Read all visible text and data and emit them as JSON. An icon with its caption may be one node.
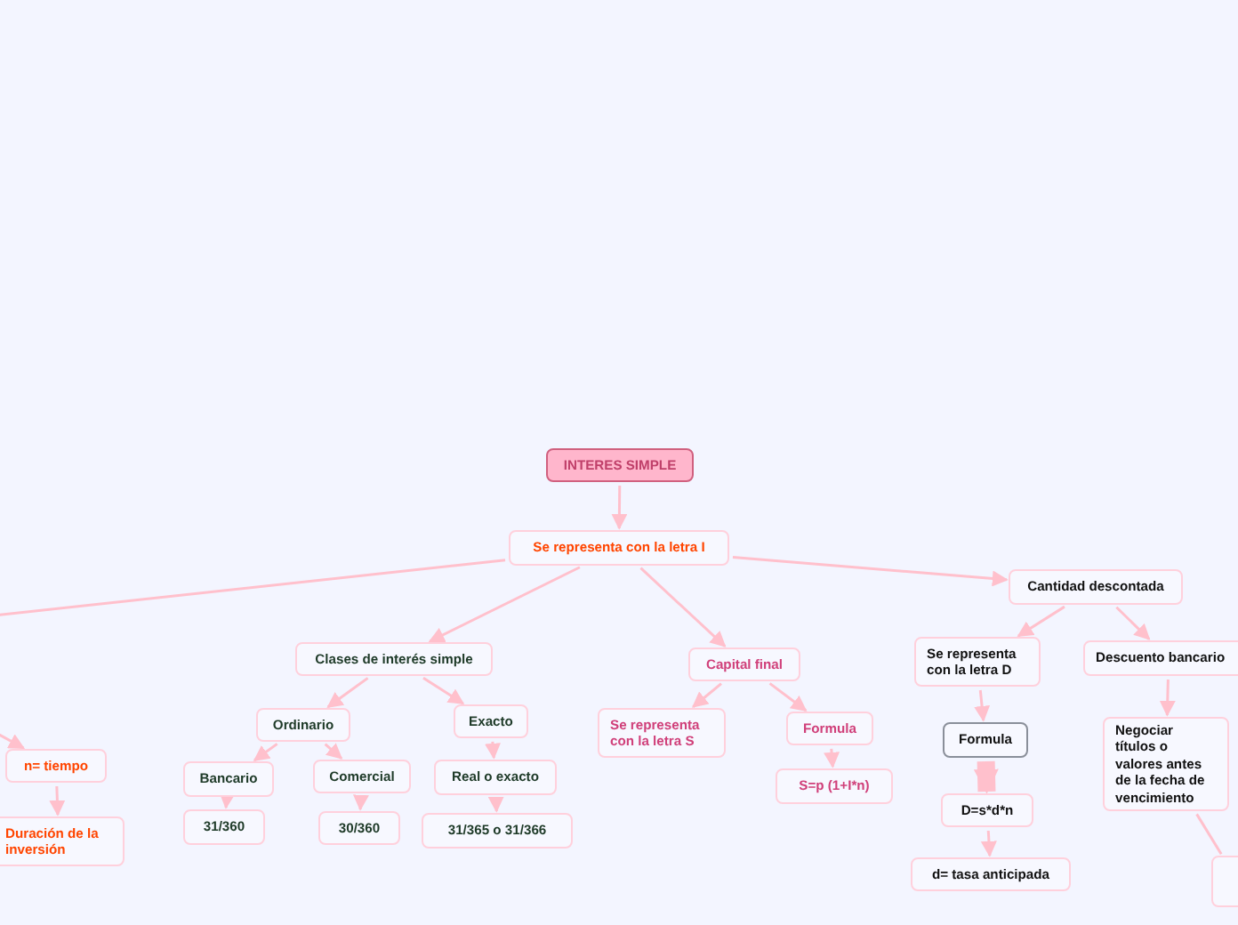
{
  "diagram": {
    "nodes": [
      {
        "text": [
          "INTERES SIMPLE"
        ]
      },
      {
        "text": [
          "Se representa con la letra I"
        ]
      },
      {
        "text": [
          "Clases de interés simple"
        ]
      },
      {
        "text": [
          "Ordinario"
        ]
      },
      {
        "text": [
          "Exacto"
        ]
      },
      {
        "text": [
          "Bancario"
        ]
      },
      {
        "text": [
          "Comercial"
        ]
      },
      {
        "text": [
          "Real o exacto"
        ]
      },
      {
        "text": [
          "31/360"
        ]
      },
      {
        "text": [
          "30/360"
        ]
      },
      {
        "text": [
          "31/365 o 31/366"
        ]
      },
      {
        "text": [
          "Capital final"
        ]
      },
      {
        "text": [
          "Se representa con la letra S"
        ]
      },
      {
        "text": [
          "Formula"
        ]
      },
      {
        "text": [
          "S=p (1+I*n)"
        ]
      },
      {
        "text": [
          "Cantidad descontada"
        ]
      },
      {
        "text": [
          "Se representa con la letra D"
        ]
      },
      {
        "text": [
          "Descuento bancario"
        ]
      },
      {
        "text": [
          "Formula"
        ]
      },
      {
        "text": [
          "D=s*d*n"
        ]
      },
      {
        "text": [
          "d= tasa anticipada"
        ]
      },
      {
        "text": [
          "Negociar títulos o valores antes de la fecha de vencimiento"
        ]
      },
      {
        "text": [],
        "shape": "box"
      },
      {
        "text": [
          "n= tiempo"
        ]
      },
      {
        "text": [
          "Duración de la inversión"
        ]
      }
    ],
    "edges": [
      {
        "from": 0,
        "to": 1,
        "arrow": "to"
      },
      {
        "from": 1,
        "to": null,
        "arrow": "none"
      },
      {
        "from": 1,
        "to": 2,
        "arrow": "to"
      },
      {
        "from": 1,
        "to": 11,
        "arrow": "to"
      },
      {
        "from": 1,
        "to": 15,
        "arrow": "to"
      },
      {
        "from": 2,
        "to": 3,
        "arrow": "to"
      },
      {
        "from": 2,
        "to": 4,
        "arrow": "to"
      },
      {
        "from": 3,
        "to": 5,
        "arrow": "to"
      },
      {
        "from": 3,
        "to": 6,
        "arrow": "to"
      },
      {
        "from": 4,
        "to": 7,
        "arrow": "to"
      },
      {
        "from": 5,
        "to": 8,
        "arrow": "to"
      },
      {
        "from": 6,
        "to": 9,
        "arrow": "to"
      },
      {
        "from": 7,
        "to": 10,
        "arrow": "to"
      },
      {
        "from": 11,
        "to": 12,
        "arrow": "to"
      },
      {
        "from": 11,
        "to": 13,
        "arrow": "to"
      },
      {
        "from": 13,
        "to": 14,
        "arrow": "to"
      },
      {
        "from": 15,
        "to": 16,
        "arrow": "to"
      },
      {
        "from": 15,
        "to": 17,
        "arrow": "to"
      },
      {
        "from": 16,
        "to": 18,
        "arrow": "to"
      },
      {
        "from": 18,
        "to": 19,
        "arrow": "to",
        "style": "thick"
      },
      {
        "from": 19,
        "to": 20,
        "arrow": "to"
      },
      {
        "from": 17,
        "to": 21,
        "arrow": "to"
      },
      {
        "from": 21,
        "to": 22,
        "arrow": "none"
      },
      {
        "from": null,
        "to": 23,
        "arrow": "to"
      },
      {
        "from": 23,
        "to": 24,
        "arrow": "to"
      }
    ]
  }
}
